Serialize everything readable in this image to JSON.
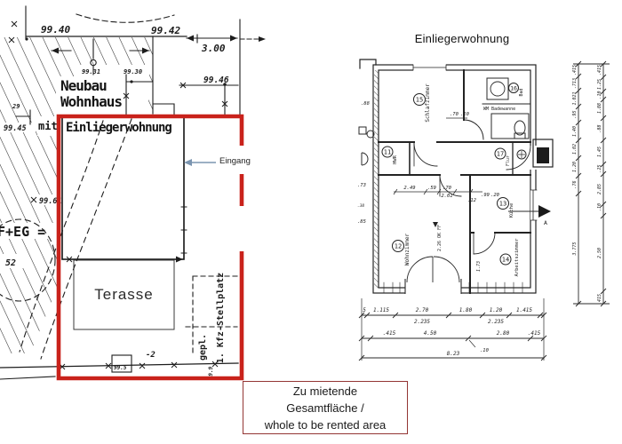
{
  "site_plan": {
    "neubau": {
      "line1": "Neubau",
      "line2": "Wohnhaus"
    },
    "apartment_label": "Einliegerwohnung",
    "terrace_label": "Terasse",
    "entrance_label": "Eingang",
    "mit_label": "mit",
    "ff_eg_label": "F+EG =",
    "parking": {
      "line1": "gepl.",
      "line2": "1. Kfz-Stellplatz"
    },
    "elev_99_40": "99.40",
    "elev_99_42": "99.42",
    "elev_99_46": "99.46",
    "elev_99_45": "99.45",
    "elev_99_61": "99.61",
    "elev_99_31": "99.31",
    "elev_99_30": "99.30",
    "dim_3_00": "3.00",
    "num_29": "29",
    "num_52": "52",
    "num_neg2": "-2",
    "num_99_5": "99.5",
    "num_99_9": "99.9"
  },
  "legend": {
    "line1": "Zu mietende",
    "line2": "Gesamtfläche /",
    "line3": "whole to be rented area"
  },
  "floor_plan": {
    "title": "Einliegerwohnung",
    "rooms": {
      "schlafzimmer": {
        "num": "15",
        "name": "Schlafzimmer"
      },
      "bad": {
        "num": "16",
        "name": "Bad"
      },
      "hwr": {
        "num": "11",
        "name": "HWR"
      },
      "flur": {
        "num": "17",
        "name": "Flur"
      },
      "kueche": {
        "num": "13",
        "name": "Küche"
      },
      "wohnzimmer": {
        "num": "12",
        "name": "Wohnzimmer"
      },
      "arbeitszimmer": {
        "num": "14",
        "name": "Arbeitszimmer"
      }
    },
    "labels": {
      "wm_badewanne": "WM Badewanne",
      "ok_ff": "2.26 OK FF",
      "section_a": "A"
    },
    "inline_dims": {
      "d70": ".70",
      "d10": ".10",
      "d2_49": "2.49",
      "d59": ".59",
      "d2_01": "2.01",
      "d12": ".12",
      "d99": ".99",
      "d20": ".20",
      "d88": ".88",
      "d73": ".73",
      "d85": ".85",
      "d38": ".38",
      "d1_73": "1.73"
    },
    "bottom_dims": {
      "row1": [
        "5",
        "1.115",
        "2.70",
        "1.80",
        "1.20",
        "1.415"
      ],
      "row1b": [
        "2.235",
        "2.235"
      ],
      "row2": [
        ".415",
        "4.50",
        "2.80",
        ".415"
      ],
      "row2_note": ".10",
      "row3": "8.23"
    },
    "right_dims": {
      "col1": [
        ".415",
        ".713",
        "1.021",
        ".95",
        "1.40",
        "1.02",
        "1.20",
        ".76",
        "3.775"
      ],
      "col2": [
        ".415",
        "1.25",
        ".10",
        "1.88",
        ".88",
        "1.45",
        ".25",
        "2.85",
        ".10",
        "2.50",
        ".415"
      ]
    }
  },
  "colors": {
    "red_outline": "#c9221b",
    "legend_border": "#943634",
    "arrow_blue": "#7b95b0",
    "ink": "#1c1c1c"
  }
}
